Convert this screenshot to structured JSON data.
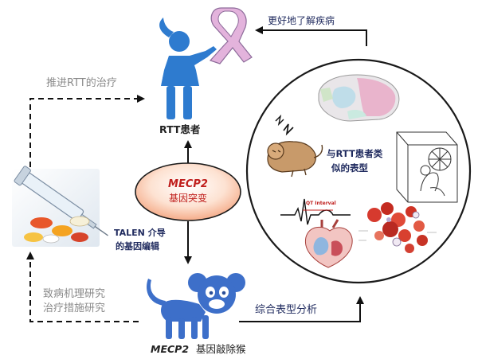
{
  "labels": {
    "top_arrow": "更好地了解疾病",
    "top_left": "推进RTT的治疗",
    "patient": "RTT患者",
    "center_gene": "MECP2",
    "center_mutation": "基因突变",
    "talen_line1": "TALEN 介导",
    "talen_line2": "的基因编辑",
    "similar_line1": "与RTT患者类",
    "similar_line2": "似的表型",
    "research_line1": "致病机理研究",
    "research_line2": "治疗措施研究",
    "analysis": "综合表型分析",
    "knockout_gene": "MECP2",
    "knockout_text": "基因敲除猴",
    "qt_interval": "QT Interval"
  },
  "colors": {
    "person_blue": "#2e7bcf",
    "monkey_blue": "#3d6fc9",
    "navy_text": "#1f2a5e",
    "gray_text": "#8a8a8a",
    "red_text": "#c0201e",
    "ribbon_pink": "#e3b3dc",
    "ellipse_fill_inner": "#ffffff",
    "ellipse_fill_outer": "#f5b18f"
  },
  "icons": {
    "patient": "woman-figure-icon",
    "ribbon": "awareness-ribbon-icon",
    "medicine": "syringe-pills-icon",
    "monkey": "monkey-silhouette-icon"
  }
}
